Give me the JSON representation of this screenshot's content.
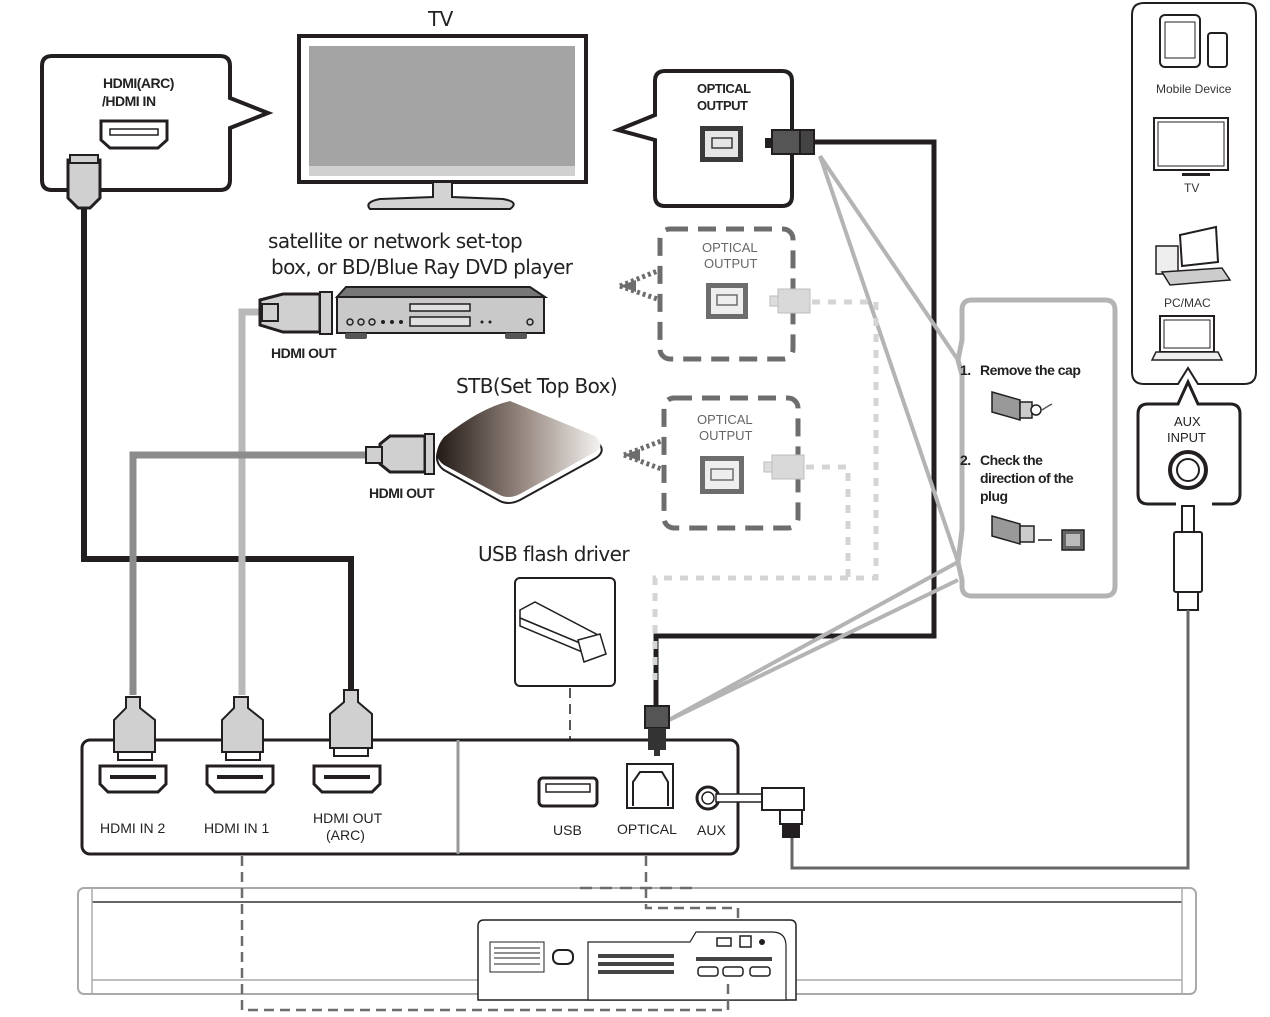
{
  "tv": {
    "title": "TV"
  },
  "tv_hdmi_callout": {
    "line1": "HDMI(ARC)",
    "line2": "/HDMI IN"
  },
  "tv_optical_callout": {
    "line1": "OPTICAL",
    "line2": "OUTPUT"
  },
  "player": {
    "title_line1": "satellite or network set-top",
    "title_line2": "box, or BD/Blue Ray DVD player",
    "port_label": "HDMI OUT"
  },
  "player_optical_callout": {
    "line1": "OPTICAL",
    "line2": "OUTPUT"
  },
  "stb": {
    "title": "STB(Set Top Box)",
    "port_label": "HDMI OUT"
  },
  "stb_optical_callout": {
    "line1": "OPTICAL",
    "line2": "OUTPUT"
  },
  "usb_flash": {
    "title": "USB flash driver"
  },
  "optical_steps": {
    "step1_num": "1.",
    "step1_text": "Remove the cap",
    "step2_num": "2.",
    "step2_text_line1": "Check the",
    "step2_text_line2": "direction of the",
    "step2_text_line3": "plug"
  },
  "aux_sources": {
    "items": [
      {
        "label": "Mobile Device",
        "icon": "mobile-device-icon"
      },
      {
        "label": "TV",
        "icon": "tv-icon"
      },
      {
        "label": "PC/MAC",
        "icon": "desktop-pc-icon"
      },
      {
        "label": "",
        "icon": "laptop-icon"
      }
    ],
    "aux_input_line1": "AUX",
    "aux_input_line2": "INPUT"
  },
  "soundbar_panel": {
    "ports": [
      {
        "label": "HDMI IN 2"
      },
      {
        "label": "HDMI IN 1"
      },
      {
        "label_line1": "HDMI OUT",
        "label_line2": "(ARC)"
      },
      {
        "label": "USB"
      },
      {
        "label": "OPTICAL"
      },
      {
        "label": "AUX"
      }
    ]
  },
  "colors": {
    "cable_dark": "#231f20",
    "cable_mid": "#8c8c8c",
    "cable_light": "#b4b4b4",
    "dashed": "#6d6d6d",
    "dotted_light": "#cfcfcf"
  }
}
